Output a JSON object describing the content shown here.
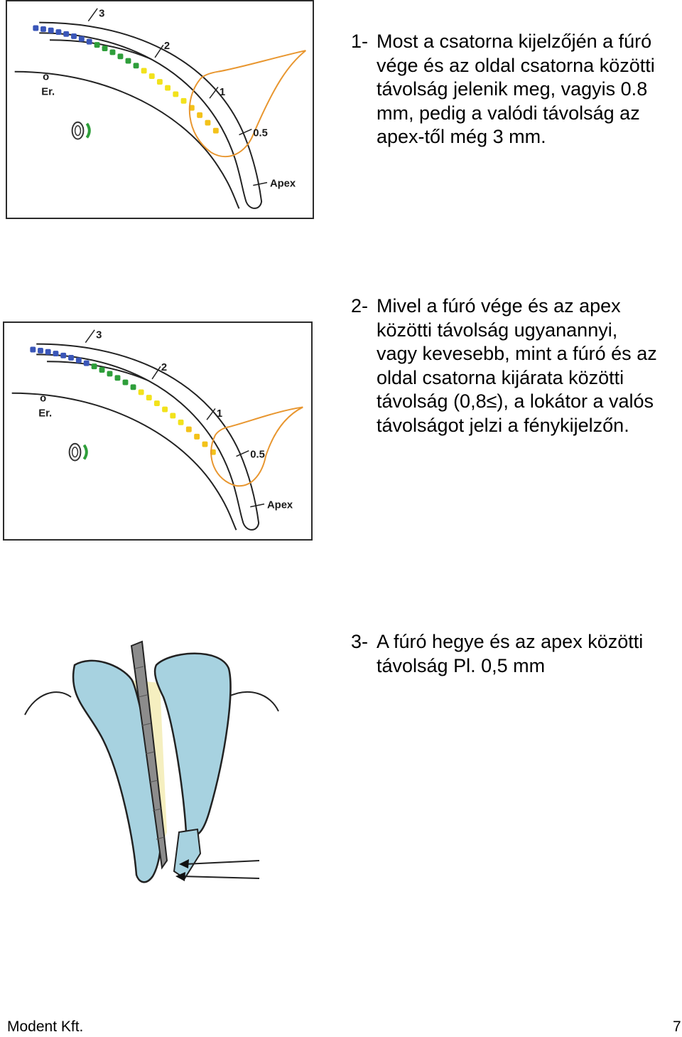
{
  "panels": [
    {
      "scale_labels": [
        "3",
        "2",
        "1",
        "0.5",
        "Apex"
      ],
      "status": {
        "mode_glyph": "o",
        "mode_label": "Er."
      }
    },
    {
      "scale_labels": [
        "3",
        "2",
        "1",
        "0.5",
        "Apex"
      ],
      "status": {
        "mode_glyph": "o",
        "mode_label": "Er."
      }
    }
  ],
  "colors": {
    "blue_dot": "#3a56b8",
    "green_dot": "#2e9e3a",
    "yellow_dot": "#f2e21c",
    "orange_dot": "#f3c21a",
    "zoom_outline": "#e8962f",
    "tooth_fill": "#a7d2e0",
    "pulp_fill": "#f5efc0",
    "file_fill": "#8c8c8c"
  },
  "icons": [
    "speaker-icon",
    "arrow-icon"
  ],
  "steps": [
    {
      "number": "1-",
      "lines": [
        "Most a csatorna kijelzőjén a fúró",
        "vége és az oldal csatorna közötti",
        "távolság jelenik meg, vagyis 0.8",
        "mm, pedig a valódi távolság az",
        "apex-től még 3 mm."
      ]
    },
    {
      "number": "2-",
      "lines": [
        "Mivel a fúró vége és az apex",
        "közötti távolság ugyanannyi,",
        "vagy kevesebb, mint a fúró és az",
        "oldal csatorna kijárata közötti",
        "távolság (0,8≤), a lokátor a valós",
        "távolságot jelzi a fénykijelzőn."
      ]
    },
    {
      "number": "3-",
      "lines": [
        "A fúró hegye és az apex közötti",
        "távolság Pl. 0,5 mm"
      ]
    }
  ],
  "footer": {
    "company": "Modent Kft.",
    "page": "7"
  }
}
